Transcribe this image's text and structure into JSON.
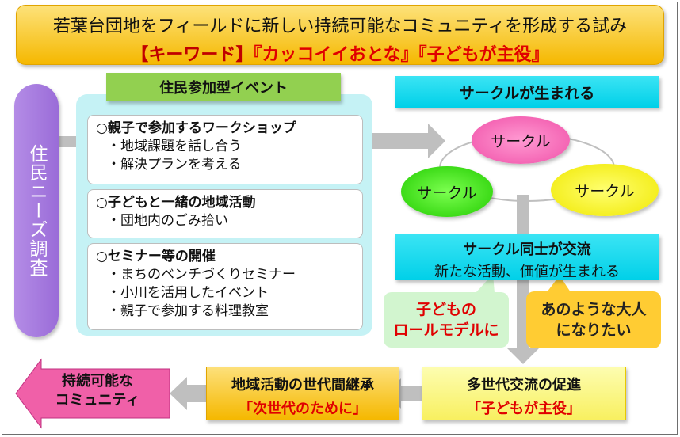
{
  "title": {
    "line1": "若葉台団地をフィールドに新しい持続可能なコミュニティを形成する試み",
    "keyword_label": "【キーワード】",
    "keyword1": "『カッコイイおとな』",
    "keyword2": "『子どもが主役』"
  },
  "survey": {
    "label": "住民ニーズ調査"
  },
  "events": {
    "header": "住民参加型イベント",
    "cards": [
      {
        "title": "○親子で参加するワークショップ",
        "items": [
          "・地域課題を話し合う",
          "・解決プランを考える"
        ]
      },
      {
        "title": "○子どもと一緒の地域活動",
        "items": [
          "・団地内のごみ拾い"
        ]
      },
      {
        "title": "○セミナー等の開催",
        "items": [
          "・まちのベンチづくりセミナー",
          "・小川を活用したイベント",
          "・親子で参加する料理教室"
        ]
      }
    ]
  },
  "circles": {
    "header": "サークルが生まれる",
    "pink": "サークル",
    "green": "サークル",
    "yellow": "サークル"
  },
  "exchange": {
    "title": "サークル同士が交流",
    "subtitle": "新たな活動、価値が生まれる"
  },
  "bubbles": {
    "role_model": [
      "子どもの",
      "ロールモデルに"
    ],
    "adult": [
      "あのような大人",
      "になりたい"
    ]
  },
  "multigen": {
    "title": "多世代交流の促進",
    "subtitle": "「子どもが主役」"
  },
  "succession": {
    "title": "地域活動の世代間継承",
    "subtitle": "「次世代のために」"
  },
  "sustainable": {
    "line1": "持続可能な",
    "line2": "コミュニティ"
  },
  "colors": {
    "title_bg": "#f5b800",
    "survey": "#9a6cd8",
    "event_header": "#92d050",
    "event_panel": "#c5f2f5",
    "cyan": "#00d0e8",
    "circle_pink": "#f050a8",
    "circle_green": "#22cc00",
    "circle_yellow": "#f0e800",
    "arrow_gray": "#bfbfbf",
    "sustain_arrow": "#f060a8",
    "keyword_red": "#e00000"
  }
}
